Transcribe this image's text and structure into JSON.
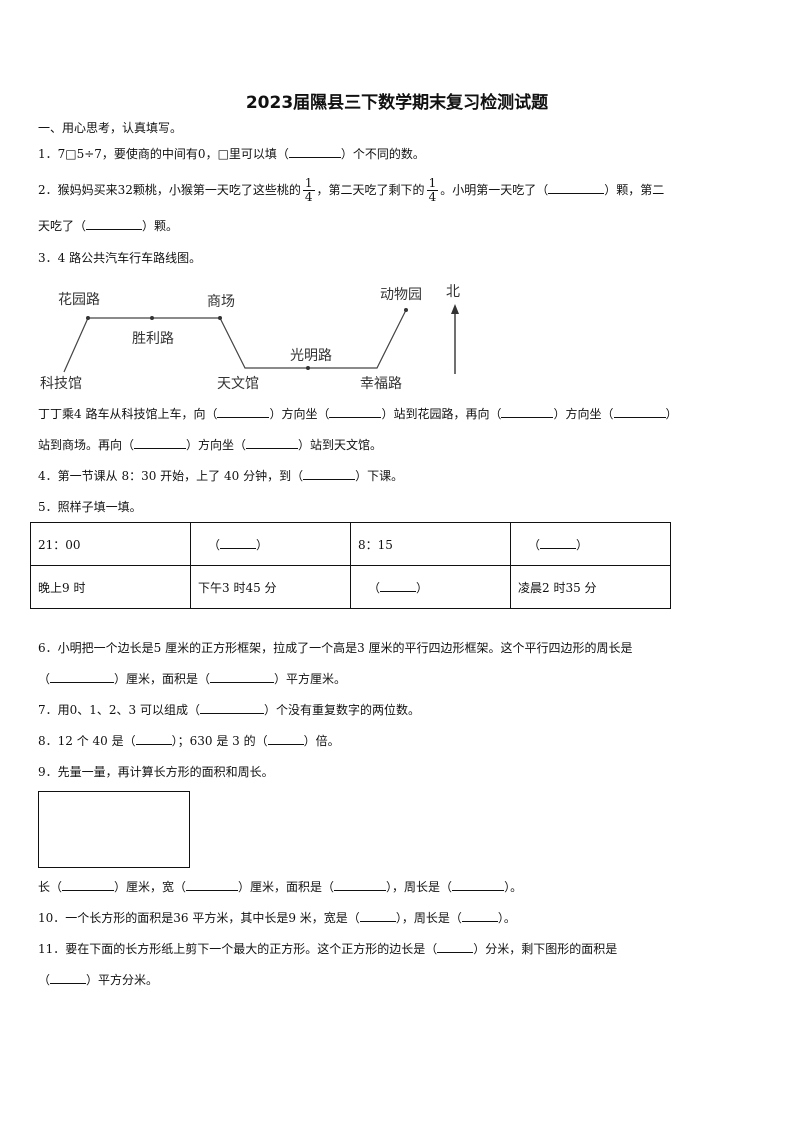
{
  "title": "2023届隰县三下数学期末复习检测试题",
  "section1": "一、用心思考，认真填写。",
  "q1": {
    "pre": "1．7□5÷7，要使商的中间有0，□里可以填（",
    "post": "）个不同的数。"
  },
  "q2": {
    "a": "2．猴妈妈买来32颗桃，小猴第一天吃了这些桃的",
    "frac1": {
      "num": "1",
      "den": "4"
    },
    "b": "，第二天吃了剩下的",
    "frac2": {
      "num": "1",
      "den": "4"
    },
    "c": "。小明第一天吃了（",
    "d": "）颗，第二",
    "e": "天吃了（",
    "f": "）颗。"
  },
  "q3": {
    "text": "3．4 路公共汽车行车路线图。",
    "map_labels": {
      "huayuan": "花园路",
      "shangchang": "商场",
      "dongwuyuan": "动物园",
      "north": "北",
      "shengli": "胜利路",
      "guangming": "光明路",
      "keji": "科技馆",
      "tianwen": "天文馆",
      "xingfu": "幸福路"
    },
    "line1": {
      "a": "丁丁乘4 路车从科技馆上车，向（",
      "b": "）方向坐（",
      "c": "）站到花园路，再向（",
      "d": "）方向坐（",
      "e": "）"
    },
    "line2": {
      "a": "站到商场。再向（",
      "b": "）方向坐（",
      "c": "）站到天文馆。"
    }
  },
  "q4": {
    "pre": "4．第一节课从 8：30 开始，上了 40 分钟，到（",
    "post": "）下课。"
  },
  "q5": {
    "text": "5．照样子填一填。",
    "rows": [
      [
        "21：00",
        "（",
        "8：15",
        "（"
      ],
      [
        "晚上9 时",
        "下午3 时45 分",
        "（",
        "凌晨2 时35 分"
      ]
    ],
    "close": "）"
  },
  "q6": {
    "line1": "6．小明把一个边长是5 厘米的正方形框架，拉成了一个高是3 厘米的平行四边形框架。这个平行四边形的周长是",
    "a": "（",
    "b": "）厘米，面积是（",
    "c": "）平方厘米。"
  },
  "q7": {
    "pre": "7．用0、1、2、3 可以组成（",
    "post": "）个没有重复数字的两位数。"
  },
  "q8": {
    "a": "8．12 个 40 是（",
    "b": "）；630 是 3 的（",
    "c": "）倍。"
  },
  "q9": {
    "text": "9．先量一量，再计算长方形的面积和周长。",
    "a": "长（",
    "b": "）厘米，宽（",
    "c": "）厘米，面积是（",
    "d": "），周长是（",
    "e": "）。"
  },
  "q10": {
    "a": "10．一个长方形的面积是36 平方米，其中长是9 米，宽是（",
    "b": "），周长是（",
    "c": "）。"
  },
  "q11": {
    "a": "11．要在下面的长方形纸上剪下一个最大的正方形。这个正方形的边长是（",
    "b": "）分米，剩下图形的面积是",
    "c": "（",
    "d": "）平方分米。"
  }
}
